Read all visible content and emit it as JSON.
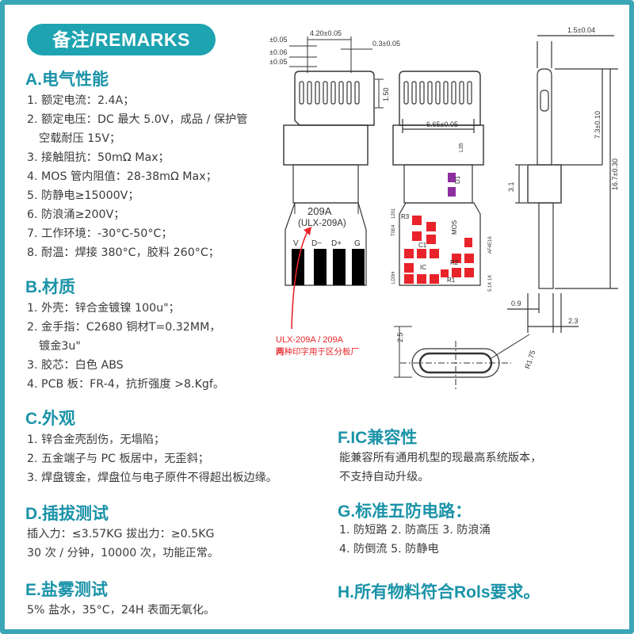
{
  "badge": "备注/REMARKS",
  "sections": {
    "a": {
      "title": "A.电气性能",
      "items": [
        "1. 额定电流：2.4A；",
        "2. 额定电压：DC 最大 5.0V，成品 / 保护管",
        "空载耐压 15V；",
        "3. 接触阻抗：50mΩ Max；",
        "4. MOS 管内阻值：28-38mΩ Max；",
        "5. 防静电≥15000V；",
        "6. 防浪涌≥200V；",
        "7. 工作环境：-30°C-50°C；",
        "8. 耐温：焊接 380°C，胶料 260°C；"
      ]
    },
    "b": {
      "title": "B.材质",
      "items": [
        "1. 外壳：锌合金镀镍 100u\"；",
        "2. 金手指：C2680 铜材T=0.32MM，",
        "镀金3u\"",
        "3. 胶芯：白色 ABS",
        "4. PCB 板：FR-4，抗折强度 >8.Kgf。"
      ]
    },
    "c": {
      "title": "C.外观",
      "items": [
        "1. 锌合金壳刮伤，无塌陷；",
        "2. 五金端子与 PC 板居中，无歪斜；",
        "3. 焊盘镀金，焊盘位与电子原件不得超出板边缘。"
      ]
    },
    "d": {
      "title": "D.插拔测试",
      "items": [
        "插入力：≤3.57KG 拔出力：≥0.5KG",
        "30 次 / 分钟，10000 次，功能正常。"
      ]
    },
    "e": {
      "title": "E.盐雾测试",
      "items": [
        "5% 盐水，35°C，24H 表面无氧化。"
      ]
    },
    "f": {
      "title": "F.IC兼容性",
      "items": [
        "能兼容所有通用机型的现最高系统版本，",
        "不支持自动升级。"
      ]
    },
    "g": {
      "title": "G.标准五防电路：",
      "items": [
        "1. 防短路 2. 防高压 3. 防浪涌",
        "4. 防倒流 5. 防静电"
      ]
    },
    "h": {
      "title": "H.所有物料符合Rols要求。"
    }
  },
  "drawing": {
    "dims": {
      "d_005a": "±0.05",
      "d_420": "4.20±0.05",
      "d_03": "0.3±0.05",
      "d_006": "±0.06",
      "d_005b": "±0.05",
      "d_150": "1.50",
      "d_665": "6.65±0.05",
      "d_15": "1.5±0.04",
      "d_73": "7.3±0.10",
      "d_167": "16.7±0.30",
      "d_31": "3.1",
      "d_09": "0.9",
      "d_23": "2.3",
      "d_r175": "R1.75",
      "d_25": "2.5",
      "d_l35": "L35"
    },
    "label_209a": "209A",
    "label_ulx": "(ULX-209A)",
    "pins": [
      "V",
      "D−",
      "D+",
      "G"
    ],
    "pcb_labels": {
      "r3": "R3",
      "c1": "C1",
      "ic": "IC",
      "r2": "R2",
      "r1": "R1",
      "mos": "MOS",
      "d1": "D1",
      "side1": "AF4E16",
      "side2": "5.1K 1K",
      "ld": "LD0H",
      "l0": "T0E4",
      "l1": "1201"
    },
    "note_red": "ULX-209A / 209A",
    "note_red2_a": "两",
    "note_red2_b": "种印字用于区分板厂"
  }
}
